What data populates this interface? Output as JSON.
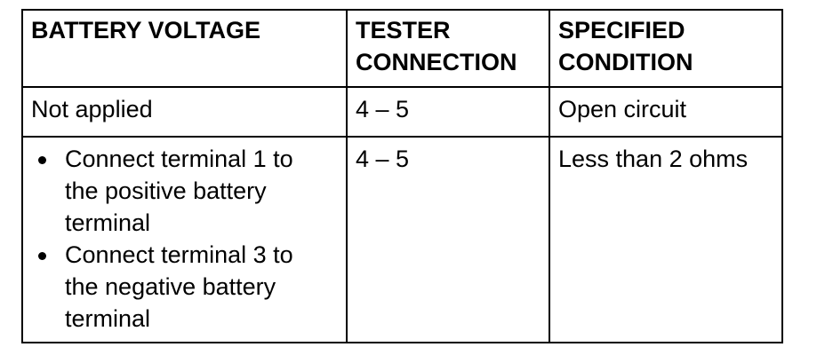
{
  "table": {
    "headers": {
      "col1": "BATTERY VOLTAGE",
      "col2_line1": "TESTER",
      "col2_line2": "CONNECTION",
      "col3_line1": "SPECIFIED",
      "col3_line2": "CONDITION"
    },
    "rows": [
      {
        "battery_voltage": "Not applied",
        "tester_connection": "4 – 5",
        "specified_condition": "Open circuit"
      },
      {
        "battery_voltage_items": [
          {
            "line1": "Connect terminal 1 to",
            "line2": "the positive battery",
            "line3": "terminal"
          },
          {
            "line1": "Connect terminal 3 to",
            "line2": "the negative battery",
            "line3": "terminal"
          }
        ],
        "tester_connection": "4 – 5",
        "specified_condition": "Less than 2 ohms"
      }
    ]
  }
}
